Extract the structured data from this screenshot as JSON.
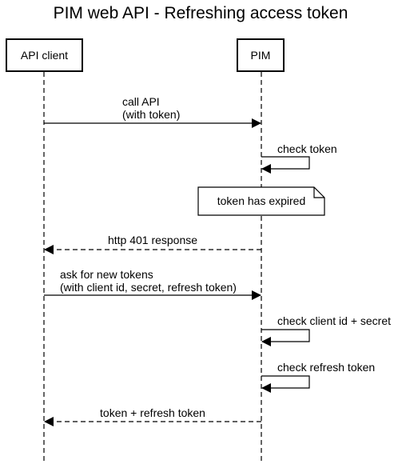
{
  "diagram": {
    "title": "PIM web API - Refreshing access token",
    "participants": [
      {
        "id": "client",
        "label": "API client"
      },
      {
        "id": "pim",
        "label": "PIM"
      }
    ],
    "messages": [
      {
        "from": "client",
        "to": "pim",
        "style": "solid",
        "lines": [
          "call API",
          "(with token)"
        ]
      },
      {
        "from": "pim",
        "to": "pim",
        "style": "solid",
        "lines": [
          "check token"
        ]
      },
      {
        "from": "pim",
        "to": "client",
        "style": "dashed",
        "lines": [
          "http 401 response"
        ]
      },
      {
        "from": "client",
        "to": "pim",
        "style": "solid",
        "lines": [
          "ask for new tokens",
          "(with client id, secret, refresh token)"
        ]
      },
      {
        "from": "pim",
        "to": "pim",
        "style": "solid",
        "lines": [
          "check client id + secret"
        ]
      },
      {
        "from": "pim",
        "to": "pim",
        "style": "solid",
        "lines": [
          "check refresh token"
        ]
      },
      {
        "from": "pim",
        "to": "client",
        "style": "dashed",
        "lines": [
          "token + refresh token"
        ]
      }
    ],
    "note": {
      "over": "pim",
      "text": "token has expired"
    }
  }
}
